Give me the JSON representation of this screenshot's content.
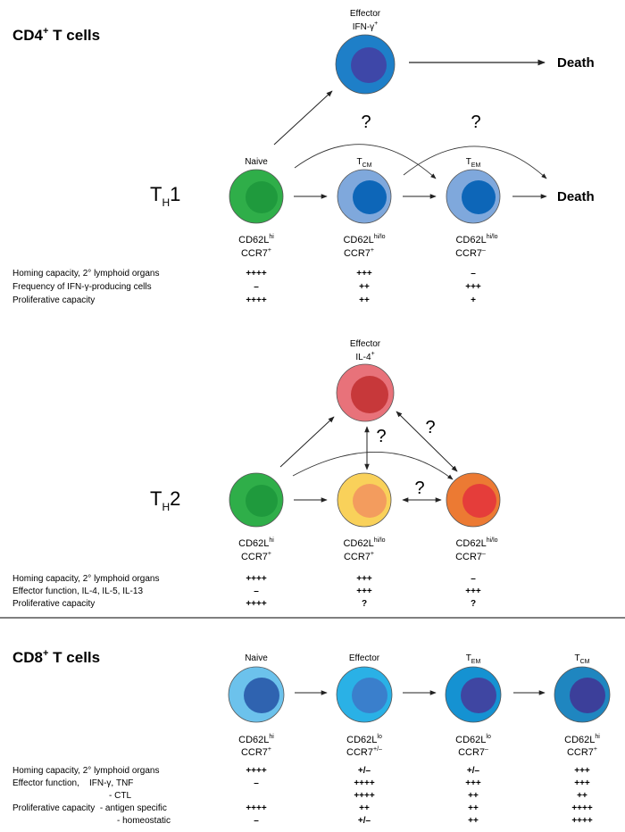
{
  "colors": {
    "th1_naive_outer": "#2fae49",
    "th1_naive_inner": "#1f9a3d",
    "th1_tcm_outer": "#7fa8dc",
    "th1_tcm_inner": "#0d66b8",
    "th1_effector_outer": "#1e7fc8",
    "th1_effector_inner": "#3e47a8",
    "th2_effector_outer": "#e8727a",
    "th2_effector_inner": "#c7383a",
    "th2_mid_outer": "#f9d15a",
    "th2_mid_inner": "#f39c5e",
    "th2_right_outer": "#ec7a33",
    "th2_right_inner": "#e53d3a",
    "cd8_naive_outer": "#6cc2ec",
    "cd8_naive_inner": "#2f63b0",
    "cd8_effector_outer": "#2ab1e6",
    "cd8_effector_inner": "#3a7fcc",
    "cd8_tem_outer": "#1592d2",
    "cd8_tem_inner": "#3f46a2",
    "cd8_tcm_outer": "#1f86c0",
    "cd8_tcm_inner": "#3c3f9a"
  },
  "cd4": {
    "title_main": "CD4",
    "title_sup": "+",
    "title_rest": " T cells",
    "th1": {
      "label_main": "T",
      "label_sub": "H",
      "label_num": "1",
      "effector_label": "Effector",
      "effector_marker_main": "IFN-γ",
      "effector_marker_sup": "+",
      "naive_label": "Naive",
      "tcm_main": "T",
      "tcm_sub": "CM",
      "tem_main": "T",
      "tem_sub": "EM",
      "death_top": "Death",
      "death_right": "Death",
      "q1": "?",
      "q2": "?",
      "naive_m1_main": "CD62L",
      "naive_m1_sup": "hi",
      "naive_m2_main": "CCR7",
      "naive_m2_sup": "+",
      "tcm_m1_main": "CD62L",
      "tcm_m1_sup": "hi/lo",
      "tcm_m2_main": "CCR7",
      "tcm_m2_sup": "+",
      "tem_m1_main": "CD62L",
      "tem_m1_sup": "hi/lo",
      "tem_m2_main": "CCR7",
      "tem_m2_sup": "–",
      "rows": [
        {
          "label": "Homing capacity, 2° lymphoid organs",
          "v": [
            "++++",
            "+++",
            "–"
          ]
        },
        {
          "label": "Frequency of IFN-γ-producing cells",
          "v": [
            "–",
            "++",
            "+++"
          ]
        },
        {
          "label": "Proliferative capacity",
          "v": [
            "++++",
            "++",
            "+"
          ]
        }
      ]
    },
    "th2": {
      "label_main": "T",
      "label_sub": "H",
      "label_num": "2",
      "effector_label": "Effector",
      "effector_marker_main": "IL-4",
      "effector_marker_sup": "+",
      "q1": "?",
      "q2": "?",
      "q3": "?",
      "naive_m1_main": "CD62L",
      "naive_m1_sup": "hi",
      "naive_m2_main": "CCR7",
      "naive_m2_sup": "+",
      "mid_m1_main": "CD62L",
      "mid_m1_sup": "hi/lo",
      "mid_m2_main": "CCR7",
      "mid_m2_sup": "+",
      "right_m1_main": "CD62L",
      "right_m1_sup": "hi/lo",
      "right_m2_main": "CCR7",
      "right_m2_sup": "–",
      "rows": [
        {
          "label": "Homing capacity, 2° lymphoid organs",
          "v": [
            "++++",
            "+++",
            "–"
          ]
        },
        {
          "label": "Effector function, IL-4, IL-5, IL-13",
          "v": [
            "–",
            "+++",
            "+++"
          ]
        },
        {
          "label": "Proliferative capacity",
          "v": [
            "++++",
            "?",
            "?"
          ]
        }
      ]
    }
  },
  "cd8": {
    "title_main": "CD8",
    "title_sup": "+",
    "title_rest": " T cells",
    "naive_label": "Naive",
    "effector_label": "Effector",
    "tem_main": "T",
    "tem_sub": "EM",
    "tcm_main": "T",
    "tcm_sub": "CM",
    "naive_m1_main": "CD62L",
    "naive_m1_sup": "hi",
    "naive_m2_main": "CCR7",
    "naive_m2_sup": "+",
    "eff_m1_main": "CD62L",
    "eff_m1_sup": "lo",
    "eff_m2_main": "CCR7",
    "eff_m2_sup": "+/–",
    "tem_m1_main": "CD62L",
    "tem_m1_sup": "lo",
    "tem_m2_main": "CCR7",
    "tem_m2_sup": "–",
    "tcm_m1_main": "CD62L",
    "tcm_m1_sup": "hi",
    "tcm_m2_main": "CCR7",
    "tcm_m2_sup": "+",
    "rows": [
      {
        "label": "Homing capacity, 2° lymphoid organs",
        "v": [
          "++++",
          "+/–",
          "+/–",
          "+++"
        ]
      },
      {
        "label": "Effector function,    IFN-γ, TNF",
        "v": [
          "–",
          "++++",
          "+++",
          "+++"
        ]
      },
      {
        "label": "- CTL",
        "v": [
          "",
          "++++",
          "++",
          "++"
        ]
      },
      {
        "label": "Proliferative capacity  - antigen specific",
        "v": [
          "++++",
          "++",
          "++",
          "++++"
        ]
      },
      {
        "label": "- homeostatic",
        "v": [
          "–",
          "+/–",
          "++",
          "++++"
        ]
      }
    ]
  }
}
